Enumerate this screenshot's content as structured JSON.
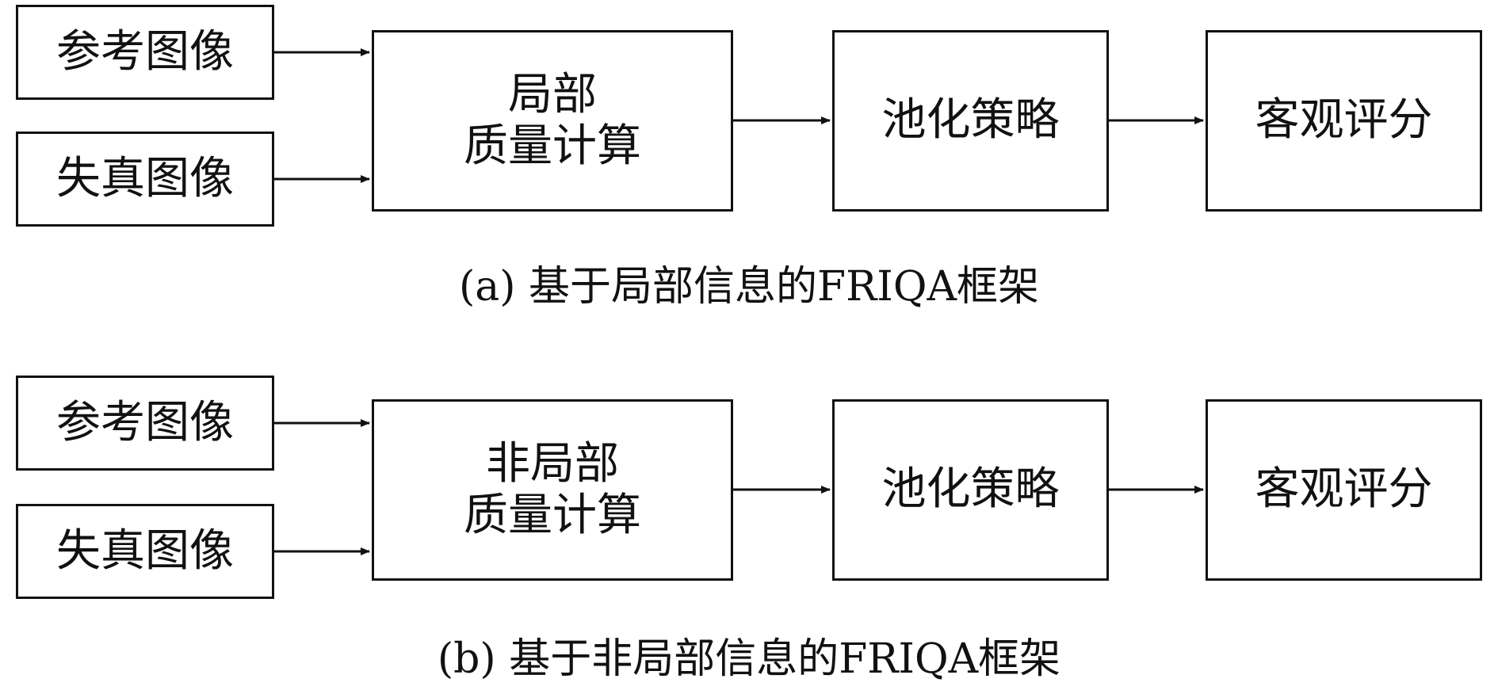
{
  "panel_a": {
    "reference_image": "参考图像",
    "distorted_image": "失真图像",
    "quality_line1": "局部",
    "quality_line2": "质量计算",
    "pooling": "池化策略",
    "score": "客观评分",
    "caption": "(a) 基于局部信息的FRIQA框架"
  },
  "panel_b": {
    "reference_image": "参考图像",
    "distorted_image": "失真图像",
    "quality_line1": "非局部",
    "quality_line2": "质量计算",
    "pooling": "池化策略",
    "score": "客观评分",
    "caption": "(b) 基于非局部信息的FRIQA框架"
  }
}
